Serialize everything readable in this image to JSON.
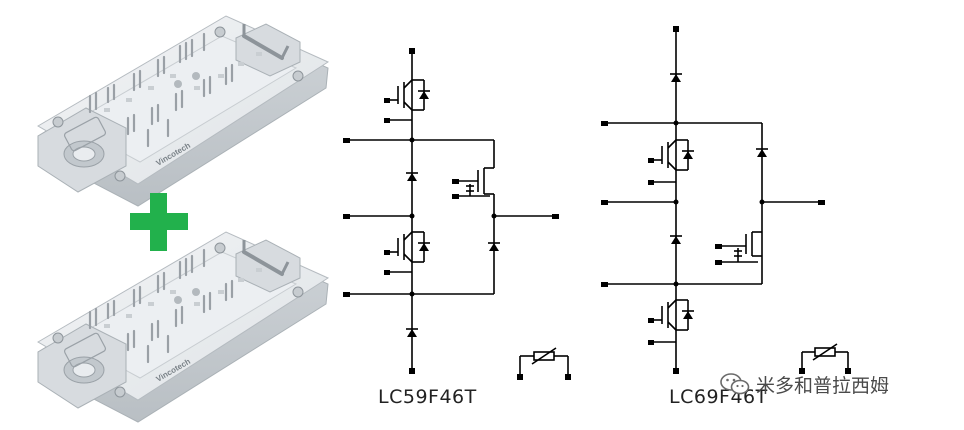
{
  "products": {
    "left_part_number": "LC59F46T",
    "right_part_number": "LC69F46T"
  },
  "module_photos": {
    "brand_text": "Vincotech",
    "combine_symbol": "plus-icon",
    "plus_color": "#22b14c"
  },
  "watermark": {
    "text": "米多和普拉西姆",
    "icon": "wechat-icon"
  },
  "colors": {
    "wire": "#000000",
    "module_body": "#e4e7ea"
  }
}
